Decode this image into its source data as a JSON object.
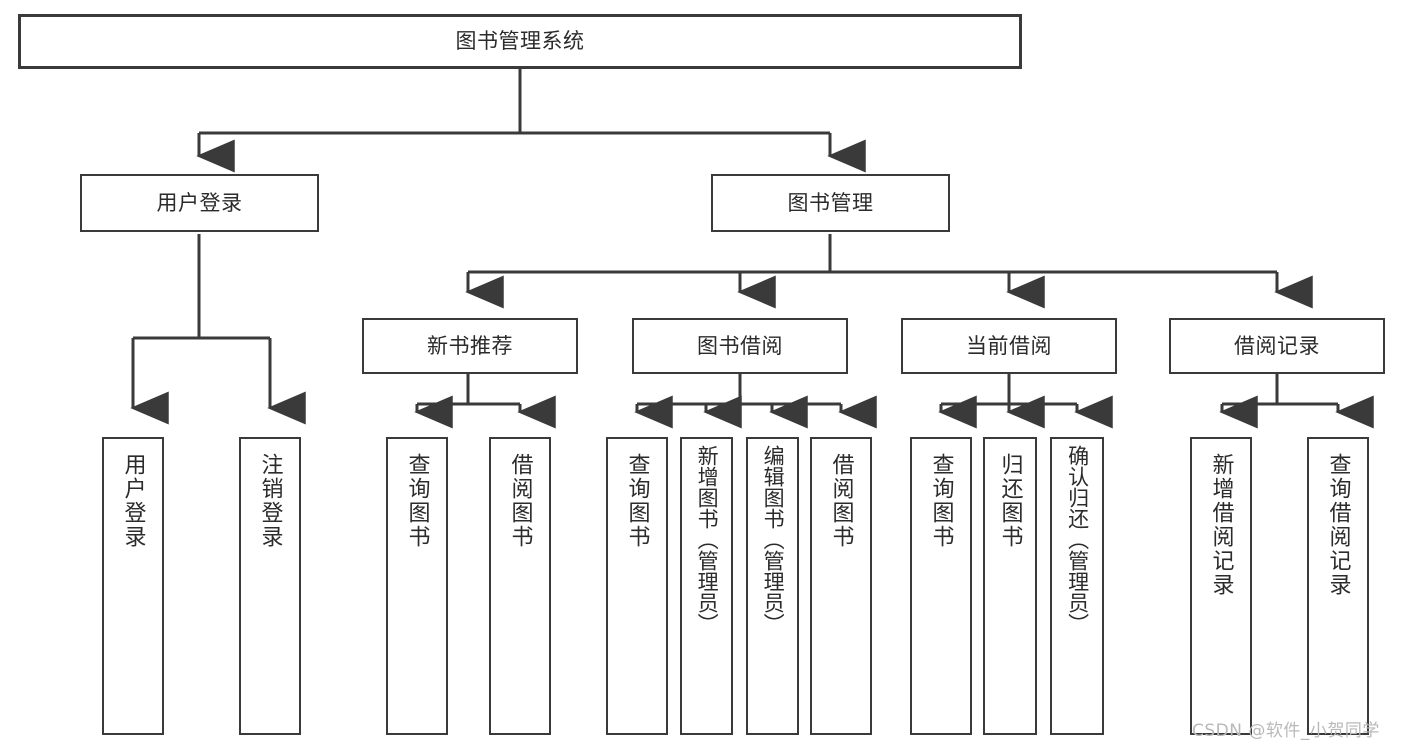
{
  "diagram": {
    "title": "图书管理系统",
    "type": "tree",
    "colors": {
      "stroke": "#3a3a3a",
      "fill": "#ffffff",
      "text": "#2b2b2b",
      "watermark": "#b9b9b9"
    },
    "levels": [
      {
        "level": 1,
        "nodes": [
          {
            "id": "root",
            "label": "图书管理系统",
            "orientation": "horizontal"
          }
        ]
      },
      {
        "level": 2,
        "nodes": [
          {
            "id": "user-login",
            "label": "用户登录",
            "orientation": "horizontal",
            "parent": "root"
          },
          {
            "id": "book-manage",
            "label": "图书管理",
            "orientation": "horizontal",
            "parent": "root"
          }
        ]
      },
      {
        "level": 3,
        "nodes": [
          {
            "id": "new-book-rec",
            "label": "新书推荐",
            "orientation": "horizontal",
            "parent": "book-manage"
          },
          {
            "id": "book-borrow",
            "label": "图书借阅",
            "orientation": "horizontal",
            "parent": "book-manage"
          },
          {
            "id": "current-borrow",
            "label": "当前借阅",
            "orientation": "horizontal",
            "parent": "book-manage"
          },
          {
            "id": "borrow-record",
            "label": "借阅记录",
            "orientation": "horizontal",
            "parent": "book-manage"
          }
        ]
      },
      {
        "level": 4,
        "nodes": [
          {
            "id": "leaf-user-login",
            "label": "用户登录",
            "orientation": "vertical",
            "parent": "user-login"
          },
          {
            "id": "leaf-logout",
            "label": "注销登录",
            "orientation": "vertical",
            "parent": "user-login"
          },
          {
            "id": "leaf-query-book-1",
            "label": "查询图书",
            "orientation": "vertical",
            "parent": "new-book-rec"
          },
          {
            "id": "leaf-borrow-book-1",
            "label": "借阅图书",
            "orientation": "vertical",
            "parent": "new-book-rec"
          },
          {
            "id": "leaf-query-book-2",
            "label": "查询图书",
            "orientation": "vertical",
            "parent": "book-borrow"
          },
          {
            "id": "leaf-add-book",
            "label": "新增图书（管理员）",
            "orientation": "vertical",
            "parent": "book-borrow"
          },
          {
            "id": "leaf-edit-book",
            "label": "编辑图书（管理员）",
            "orientation": "vertical",
            "parent": "book-borrow"
          },
          {
            "id": "leaf-borrow-book-2",
            "label": "借阅图书",
            "orientation": "vertical",
            "parent": "book-borrow"
          },
          {
            "id": "leaf-query-book-3",
            "label": "查询图书",
            "orientation": "vertical",
            "parent": "current-borrow"
          },
          {
            "id": "leaf-return-book",
            "label": "归还图书",
            "orientation": "vertical",
            "parent": "current-borrow"
          },
          {
            "id": "leaf-confirm-return",
            "label": "确认归还（管理员）",
            "orientation": "vertical",
            "parent": "current-borrow"
          },
          {
            "id": "leaf-add-record",
            "label": "新增借阅记录",
            "orientation": "vertical",
            "parent": "borrow-record"
          },
          {
            "id": "leaf-query-record",
            "label": "查询借阅记录",
            "orientation": "vertical",
            "parent": "borrow-record"
          }
        ]
      }
    ]
  },
  "watermark": {
    "text": "CSDN @软件_小贺同学"
  }
}
